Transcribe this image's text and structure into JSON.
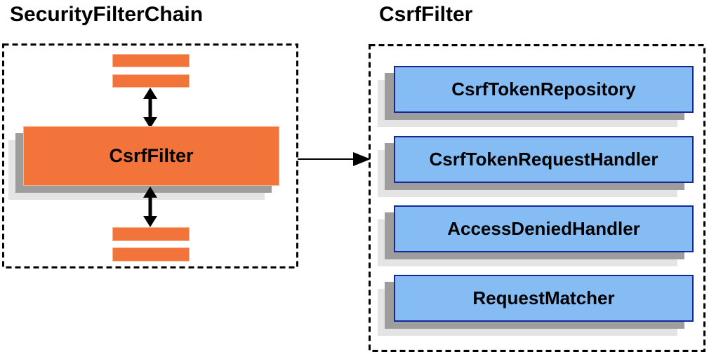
{
  "left_panel": {
    "title": "SecurityFilterChain",
    "filter_box_label": "CsrfFilter",
    "chain_bars_count": 4
  },
  "right_panel": {
    "title": "CsrfFilter",
    "components": [
      "CsrfTokenRepository",
      "CsrfTokenRequestHandler",
      "AccessDeniedHandler",
      "RequestMatcher"
    ]
  },
  "arrows": {
    "top_connector": "bidirectional-vertical-arrow",
    "bottom_connector": "bidirectional-vertical-arrow",
    "panel_connector": "right-arrow"
  },
  "colors": {
    "orange_fill": "#F2743B",
    "orange_border": "#F8B690",
    "blue_fill": "#85BCF4",
    "blue_border": "#14289C",
    "shadow_dark": "#9D9D9D",
    "shadow_light": "#E4E4E4",
    "line": "#000000"
  }
}
